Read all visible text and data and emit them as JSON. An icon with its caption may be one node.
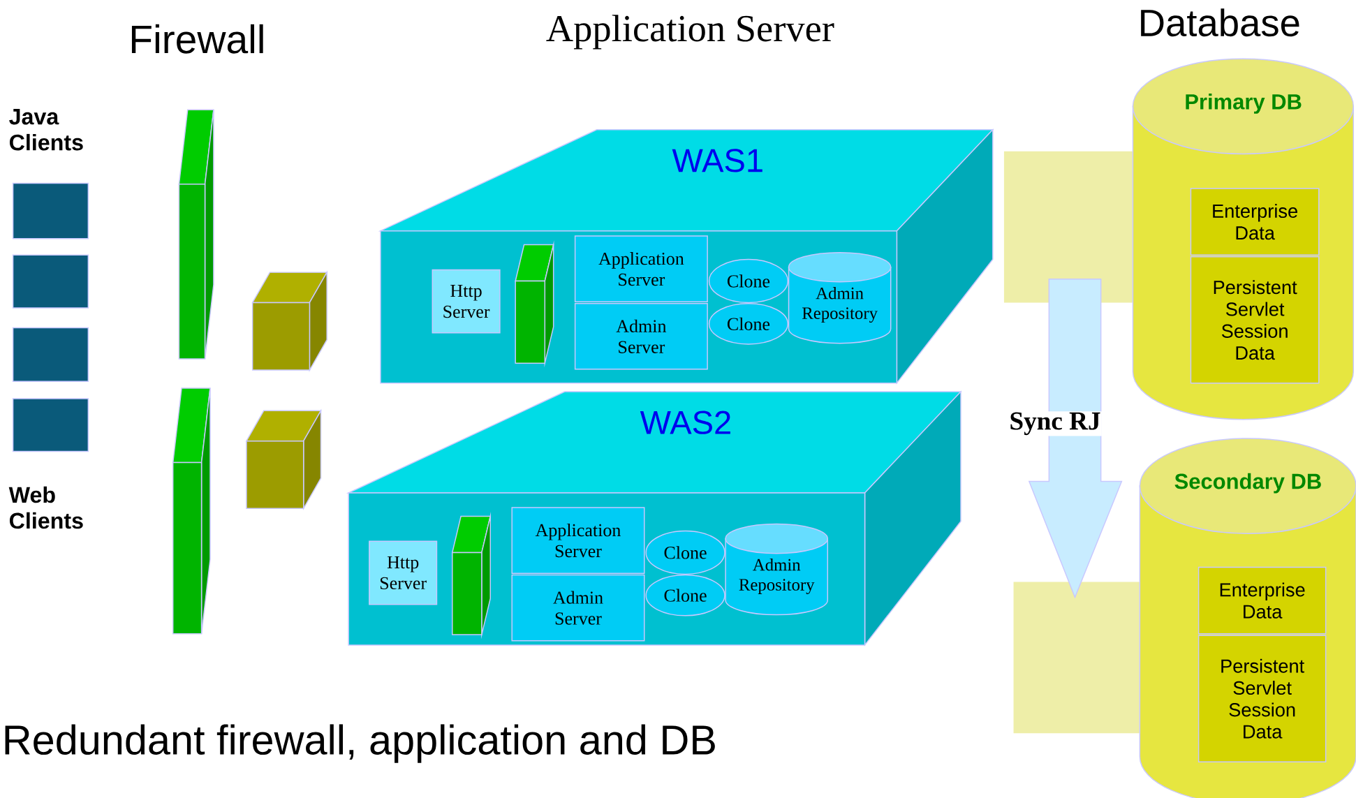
{
  "diagram": {
    "caption": "Redundant firewall, application and DB",
    "nodes": [
      {
        "text": [],
        "shape": "box"
      },
      {
        "text": [],
        "shape": "box"
      },
      {
        "text": [],
        "shape": "box"
      },
      {
        "text": [],
        "shape": "box"
      },
      {
        "text": [],
        "shape": "bar"
      },
      {
        "text": [],
        "shape": "bar"
      },
      {
        "text": [],
        "shape": "box"
      },
      {
        "text": [],
        "shape": "box"
      },
      {
        "text": [
          "WAS1"
        ]
      },
      {
        "text": [
          "Http Server"
        ],
        "in": 8
      },
      {
        "text": [],
        "shape": "bar",
        "in": 8
      },
      {
        "text": [
          "Application Server"
        ],
        "in": 8
      },
      {
        "text": [
          "Admin Server"
        ],
        "in": 8
      },
      {
        "text": [
          "Clone"
        ],
        "in": 8
      },
      {
        "text": [
          "Clone"
        ],
        "in": 8
      },
      {
        "text": [
          "Admin Repository"
        ],
        "in": 8
      },
      {
        "text": [
          "WAS2"
        ]
      },
      {
        "text": [
          "Http Server"
        ],
        "in": 16
      },
      {
        "text": [],
        "shape": "bar",
        "in": 16
      },
      {
        "text": [
          "Application Server"
        ],
        "in": 16
      },
      {
        "text": [
          "Admin Server"
        ],
        "in": 16
      },
      {
        "text": [
          "Clone"
        ],
        "in": 16
      },
      {
        "text": [
          "Clone"
        ],
        "in": 16
      },
      {
        "text": [
          "Admin Repository"
        ],
        "in": 16
      },
      {
        "text": [
          "Primary DB"
        ]
      },
      {
        "text": [
          "Enterprise Data"
        ],
        "in": 24
      },
      {
        "text": [
          "Persistent Servlet Session Data"
        ],
        "in": 24
      },
      {
        "text": [
          "Secondary DB"
        ]
      },
      {
        "text": [
          "Enterprise Data"
        ],
        "in": 27
      },
      {
        "text": [
          "Persistent Servlet Session Data"
        ],
        "in": 27
      }
    ],
    "edges": [
      {
        "from": 24,
        "to": 27,
        "arrow": "to",
        "label": "Sync RJ"
      }
    ],
    "labels": [
      "Firewall",
      "Application Server",
      "Database",
      "Java Clients",
      "Web Clients"
    ]
  }
}
